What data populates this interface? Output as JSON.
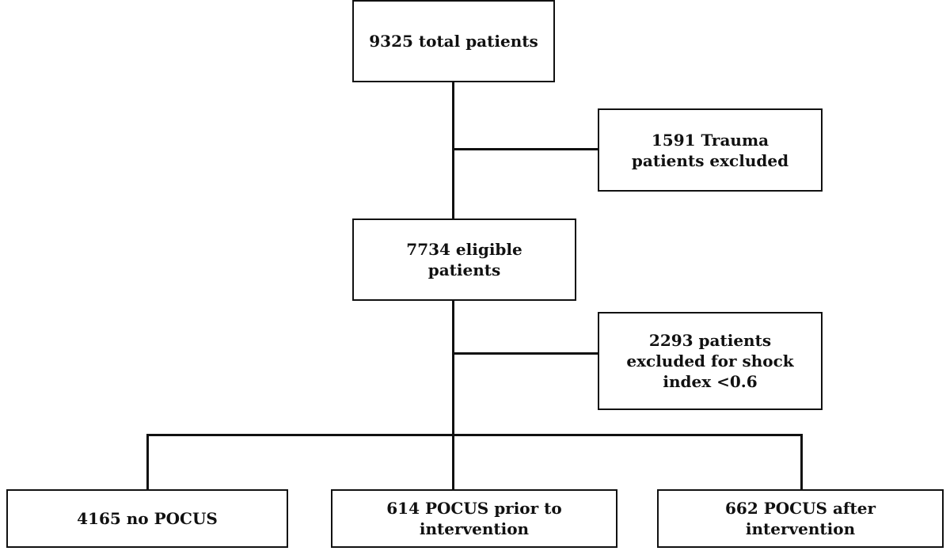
{
  "diagram": {
    "boxes": {
      "total": "9325 total patients",
      "trauma_excluded": "1591 Trauma\npatients excluded",
      "eligible": "7734 eligible\npatients",
      "shock_excluded": "2293 patients\nexcluded for shock\nindex <0.6",
      "no_pocus": "4165 no POCUS",
      "pocus_prior": "614 POCUS prior to\nintervention",
      "pocus_after": "662 POCUS after\nintervention"
    },
    "colors": {
      "line": "#111111",
      "box_border": "#111111",
      "background": "#ffffff"
    }
  }
}
